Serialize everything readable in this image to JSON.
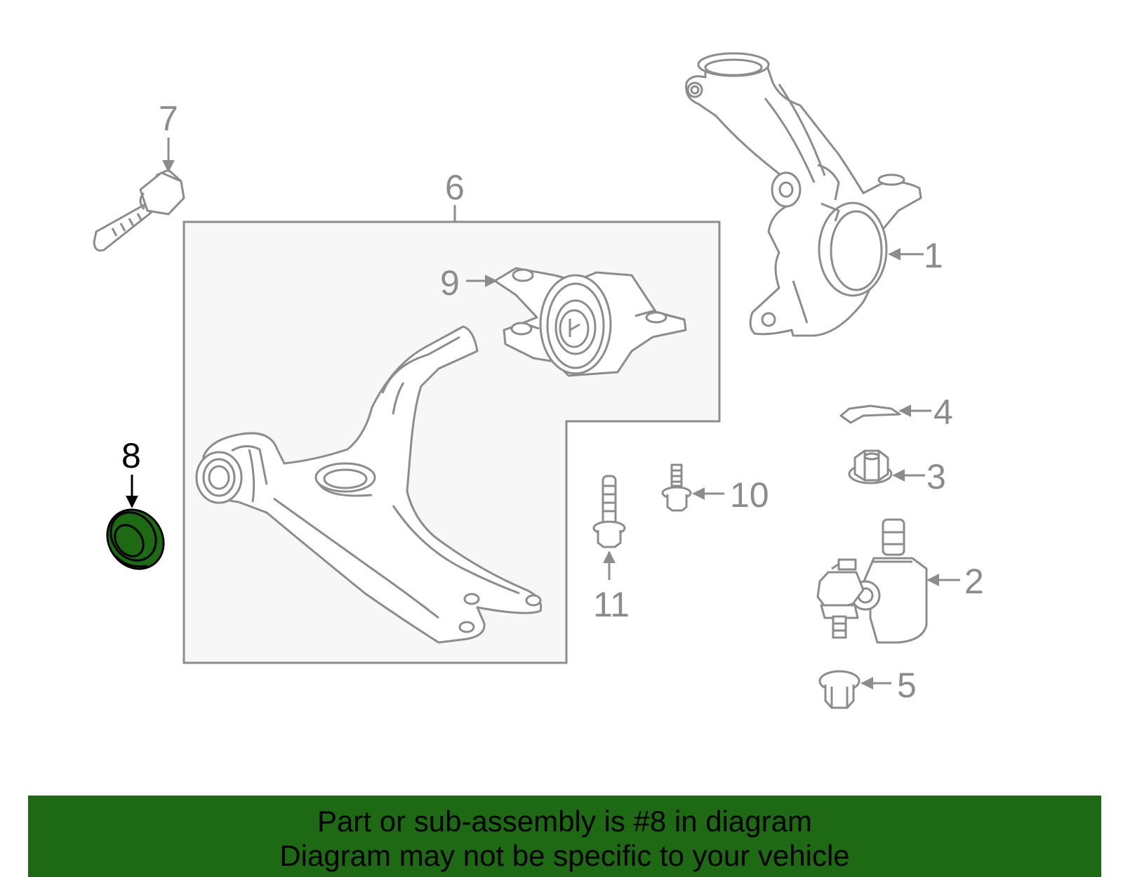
{
  "diagram": {
    "callouts": {
      "c1": "1",
      "c2": "2",
      "c3": "3",
      "c4": "4",
      "c5": "5",
      "c6": "6",
      "c7": "7",
      "c8": "8",
      "c9": "9",
      "c10": "10",
      "c11": "11"
    },
    "highlighted_part": "8",
    "colors": {
      "line": "#8c8c8c",
      "highlight_fill": "#1e6a14",
      "highlight_stroke": "#000000",
      "subassembly_box_fill": "#f7f7f7",
      "banner_bg": "#1e6a14"
    }
  },
  "footer": {
    "line1": "Part or sub-assembly is #8 in diagram",
    "line2": "Diagram may not be specific to your vehicle"
  }
}
